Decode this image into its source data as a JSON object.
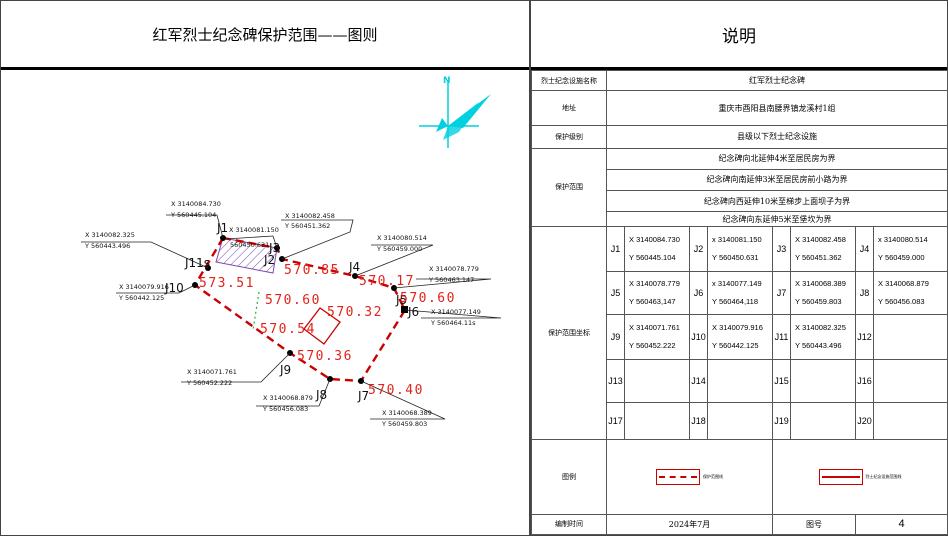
{
  "left_title": "红军烈士纪念碑保护范围——图则",
  "right_title": "说明",
  "map": {
    "points": [
      {
        "id": "J1",
        "x": "X 3140084.730",
        "y": "Y 560445.104"
      },
      {
        "id": "J2",
        "x": "X 3140081.150",
        "y": "Y 560450.631"
      },
      {
        "id": "J3",
        "x": "X 3140082.458",
        "y": "Y 560451.362"
      },
      {
        "id": "J4",
        "x": "X 3140080.514",
        "y": "Y 560459.000"
      },
      {
        "id": "J5",
        "x": "X 3140078.779",
        "y": "Y 560463.147"
      },
      {
        "id": "J6",
        "x": "X 3140077.149",
        "y": "Y 560464.11s"
      },
      {
        "id": "J7",
        "x": "X 3140068.389",
        "y": "Y 560459.803"
      },
      {
        "id": "J8",
        "x": "X 3140068.879",
        "y": "Y 560456.083"
      },
      {
        "id": "J9",
        "x": "X 3140071.761",
        "y": "Y 560452.222"
      },
      {
        "id": "J10",
        "x": "X 3140079.916",
        "y": "Y 560442.125"
      },
      {
        "id": "J11",
        "x": "X 3140082.325",
        "y": "Y 560443.496"
      }
    ],
    "j11_label": "J11s",
    "j2_extra": "560450.631",
    "elevations": [
      "570.85",
      "570.17",
      "570.60",
      "573.51",
      "570.60",
      "570.32",
      "570.54",
      "570.36",
      "570.40"
    ],
    "north": "N"
  },
  "table": {
    "name_k": "烈士纪念设施名称",
    "name_v": "红军烈士纪念碑",
    "addr_k": "地址",
    "addr_v": "重庆市酉阳县南腰界镇龙溪村1组",
    "level_k": "保护级别",
    "level_v": "县级以下烈士纪念设施",
    "range_k": "保护范围",
    "range_v": [
      "纪念碑向北延伸4米至居民房为界",
      "纪念碑向南延伸3米至居民房前小路为界",
      "纪念碑向西延伸10米至梯步上面坝子为界",
      "纪念碑向东延伸5米至堡坎为界"
    ],
    "coord_k": "保护范围坐标",
    "coords": [
      {
        "id": "J1",
        "x": "X 3140084.730",
        "y": "Y 560445.104"
      },
      {
        "id": "J2",
        "x": "x 3140081.150",
        "y": "Y 560450.631"
      },
      {
        "id": "J3",
        "x": "X 3140082.458",
        "y": "Y 560451.362"
      },
      {
        "id": "J4",
        "x": "x 3140080.514",
        "y": "Y 560459.000"
      },
      {
        "id": "J5",
        "x": "X 3140078.779",
        "y": "Y 560463,147"
      },
      {
        "id": "J6",
        "x": "x 3140077.149",
        "y": "Y 560464,118"
      },
      {
        "id": "J7",
        "x": "X 3140068.389",
        "y": "Y 560459.803"
      },
      {
        "id": "J8",
        "x": "X 3140068.879",
        "y": "Y 560456.083"
      },
      {
        "id": "J9",
        "x": "X 3140071.761",
        "y": "Y 560452.222"
      },
      {
        "id": "J10",
        "x": "X 3140079.916",
        "y": "Y 560442.125"
      },
      {
        "id": "J11",
        "x": "X 3140082.325",
        "y": "Y 560443.496"
      },
      {
        "id": "J12",
        "x": "",
        "y": ""
      },
      {
        "id": "J13",
        "x": "",
        "y": ""
      },
      {
        "id": "J14",
        "x": "",
        "y": ""
      },
      {
        "id": "J15",
        "x": "",
        "y": ""
      },
      {
        "id": "J16",
        "x": "",
        "y": ""
      },
      {
        "id": "J17",
        "x": "",
        "y": ""
      },
      {
        "id": "J18",
        "x": "",
        "y": ""
      },
      {
        "id": "J19",
        "x": "",
        "y": ""
      },
      {
        "id": "J20",
        "x": "",
        "y": ""
      }
    ],
    "legend_k": "图例",
    "legend_a": "保护范围线",
    "legend_b": "烈士纪念设施范围线",
    "date_k": "编制时间",
    "date_v": "2024年7月",
    "fig_k": "图号",
    "fig_v": "4"
  }
}
